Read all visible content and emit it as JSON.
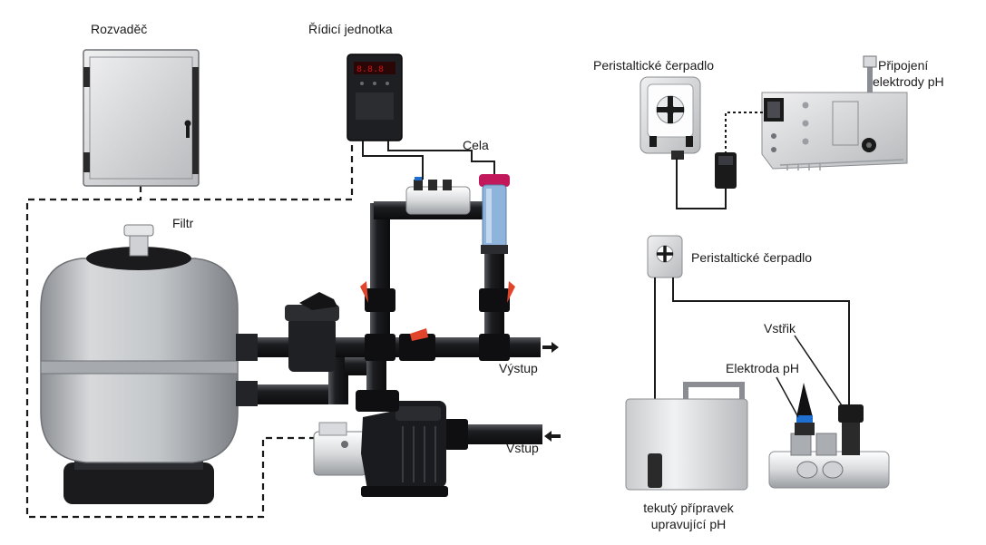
{
  "labels": {
    "switchboard": "Rozvaděč",
    "control_unit": "Řídicí jednotka",
    "cell": "Cela",
    "filter": "Filtr",
    "outlet": "Výstup",
    "inlet": "Vstup",
    "pump_top": "Peristaltické čerpadlo",
    "electrode_connection_line1": "Připojení",
    "electrode_connection_line2": "elektrody pH",
    "pump_bottom": "Peristaltické čerpadlo",
    "injection": "Vstřik",
    "electrode_ph": "Elektroda pH",
    "liquid_line1": "tekutý přípravek",
    "liquid_line2": "upravující pH"
  },
  "colors": {
    "filter_body": "#b9bcbf",
    "pipe": "#2a2c30",
    "pump_red": "#c8102e",
    "valve_red": "#e0452b",
    "display_red": "#d01818",
    "cell_cap": "#c2185b",
    "cell_glass": "#8fb4dc",
    "electrode_blue": "#1f6fd0"
  }
}
